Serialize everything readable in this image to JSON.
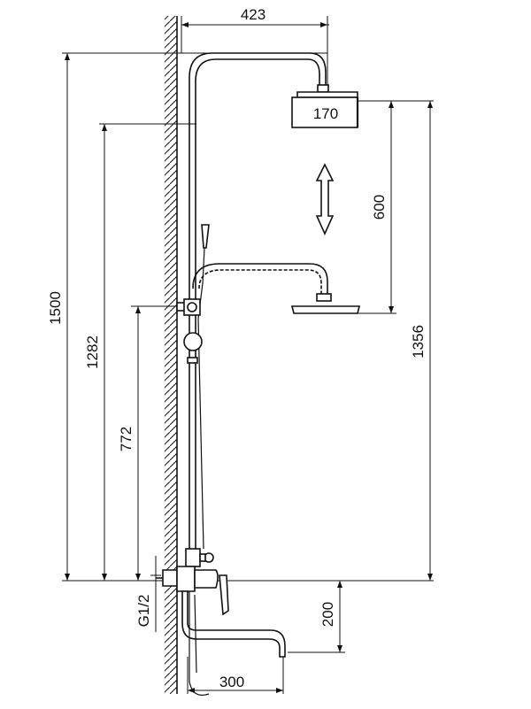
{
  "dimensions": {
    "width_423": "423",
    "head_170": "170",
    "height_1500": "1500",
    "height_1282": "1282",
    "height_772": "772",
    "travel_600": "600",
    "height_1356": "1356",
    "spout_200": "200",
    "spout_300": "300",
    "inlet_thread": "G1/2"
  },
  "colors": {
    "line": "#111111",
    "background": "#ffffff"
  },
  "icons": [
    "adjust-arrow-icon"
  ]
}
